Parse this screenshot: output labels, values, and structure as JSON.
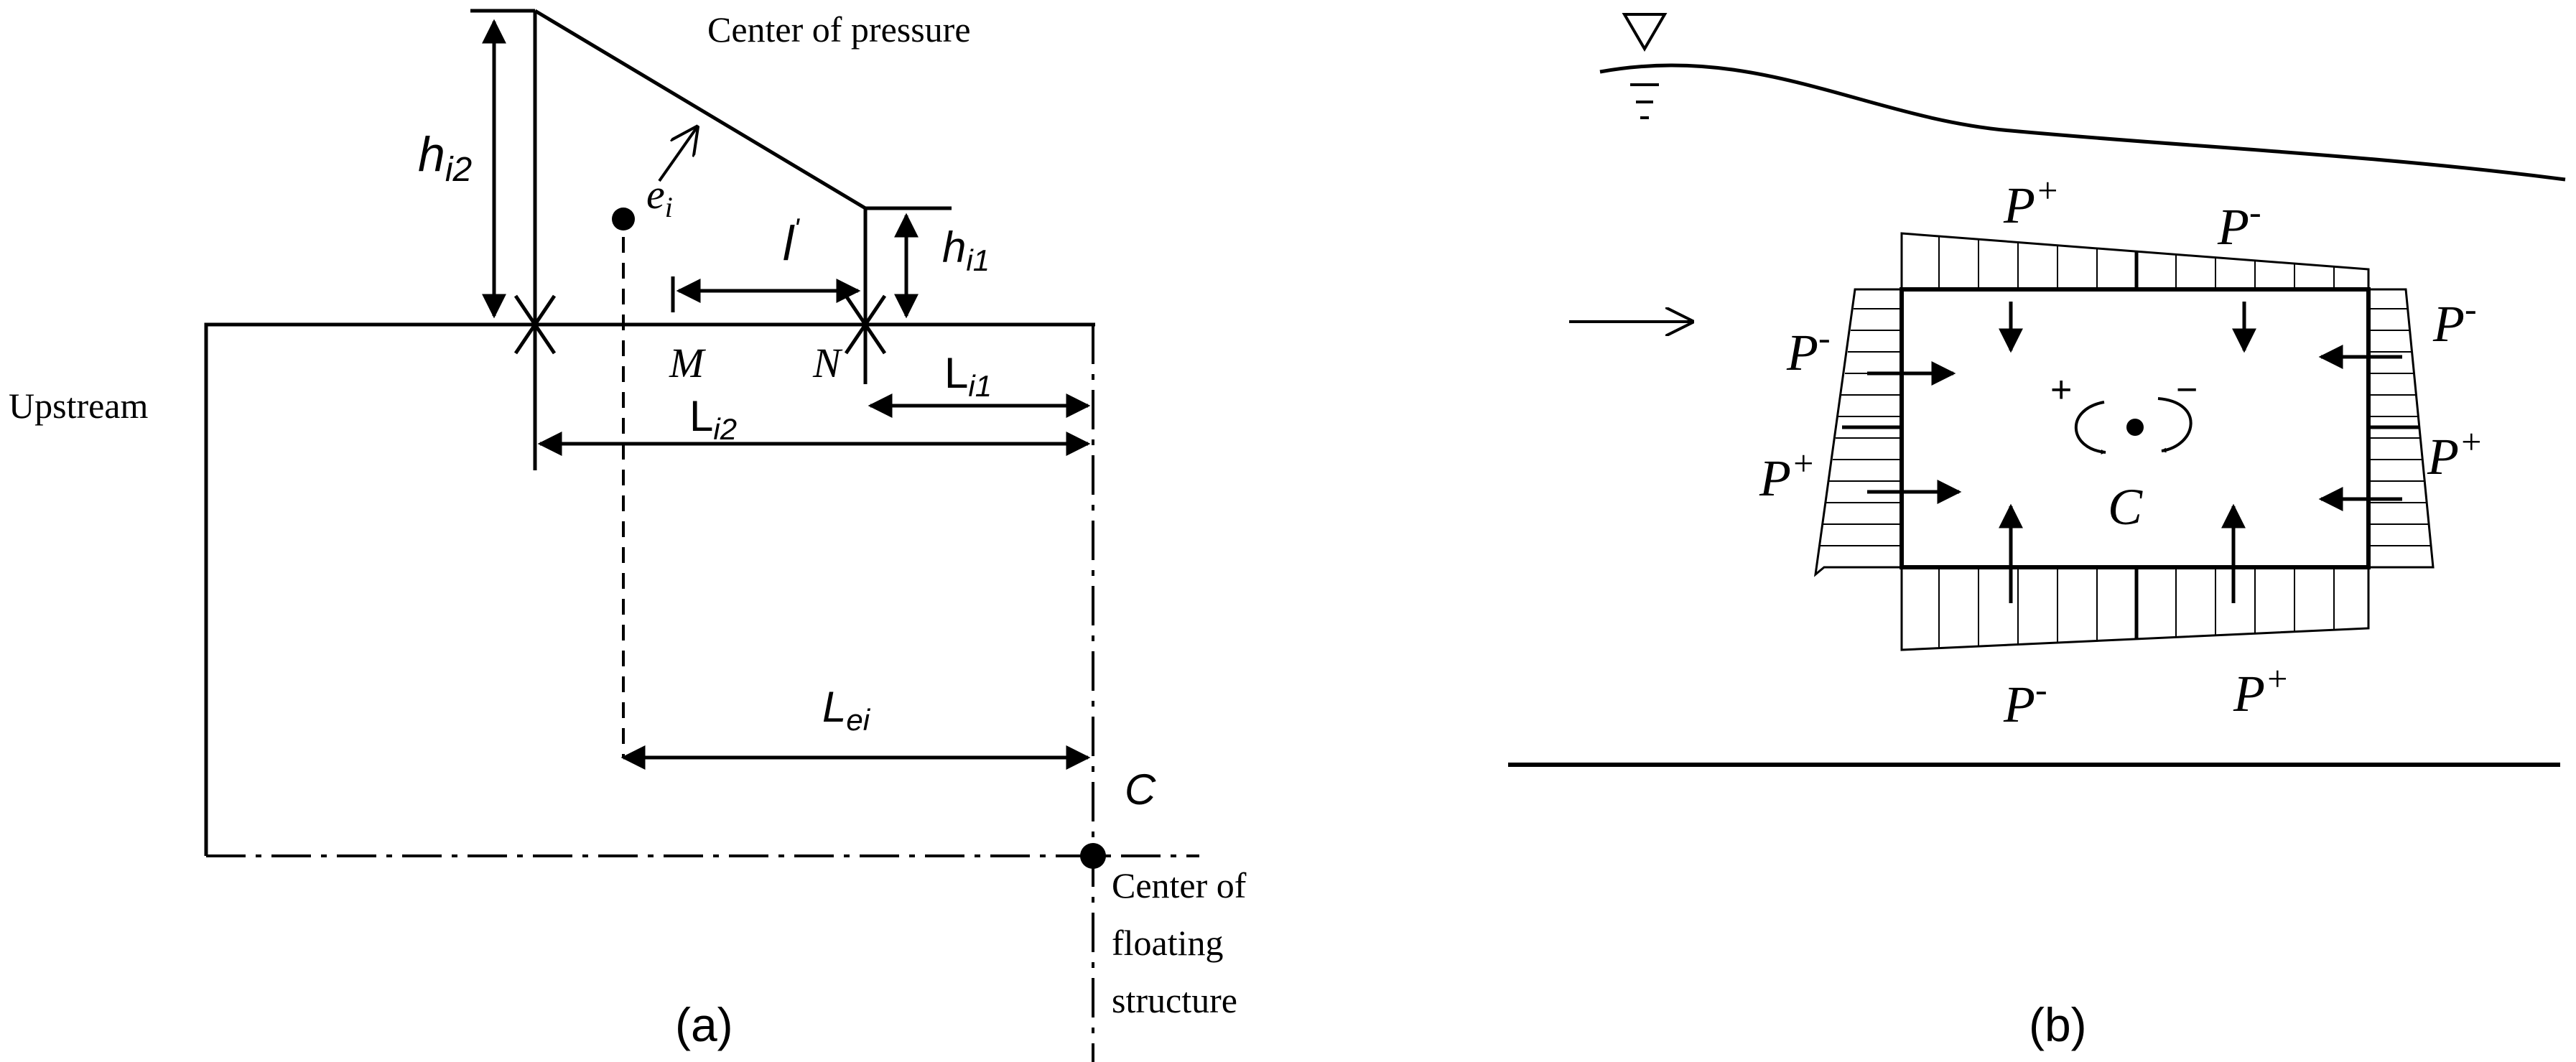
{
  "panel_a": {
    "center_of_pressure": "Center of pressure",
    "h_i2": "h",
    "h_i2_sub": "i2",
    "h_i1": "h",
    "h_i1_sub": "i1",
    "e_i": "e",
    "e_i_sub": "i",
    "l_prime": "l",
    "M": "M",
    "N": "N",
    "L_i2": "L",
    "L_i2_sub": "i2",
    "L_i1": "L",
    "L_i1_sub": "i1",
    "L_ei": "L",
    "L_ei_sub": "ei",
    "C": "C",
    "upstream": "Upstream",
    "center_floating_1": "Center of",
    "center_floating_2": "floating",
    "center_floating_3": "structure",
    "caption": "(a)"
  },
  "panel_b": {
    "top_left_p": "P",
    "top_left_sup": "+",
    "top_right_p": "P",
    "top_right_sup": "-",
    "right_upper_p": "P",
    "right_upper_sup": "-",
    "right_lower_p": "P",
    "right_lower_sup": "+",
    "left_upper_p": "P",
    "left_upper_sup": "-",
    "left_lower_p": "P",
    "left_lower_sup": "+",
    "bottom_left_p": "P",
    "bottom_left_sup": "-",
    "bottom_right_p": "P",
    "bottom_right_sup": "+",
    "moment_plus": "+",
    "moment_minus": "−",
    "C": "C",
    "caption": "(b)"
  }
}
